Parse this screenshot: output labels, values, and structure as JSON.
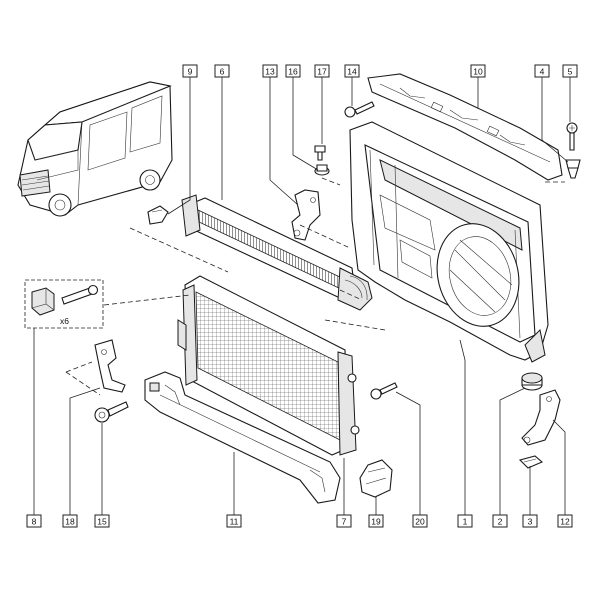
{
  "callouts": [
    {
      "id": "c1",
      "text": "1"
    },
    {
      "id": "c2",
      "text": "2"
    },
    {
      "id": "c3",
      "text": "3"
    },
    {
      "id": "c4",
      "text": "4"
    },
    {
      "id": "c5",
      "text": "5"
    },
    {
      "id": "c6",
      "text": "6"
    },
    {
      "id": "c7",
      "text": "7"
    },
    {
      "id": "c8",
      "text": "8"
    },
    {
      "id": "c9",
      "text": "9"
    },
    {
      "id": "c10",
      "text": "10"
    },
    {
      "id": "c11",
      "text": "11"
    },
    {
      "id": "c12",
      "text": "12"
    },
    {
      "id": "c13",
      "text": "13"
    },
    {
      "id": "c14",
      "text": "14"
    },
    {
      "id": "c15",
      "text": "15"
    },
    {
      "id": "c16",
      "text": "16"
    },
    {
      "id": "c17",
      "text": "17"
    },
    {
      "id": "c18",
      "text": "18"
    },
    {
      "id": "c19",
      "text": "19"
    },
    {
      "id": "c20",
      "text": "20"
    }
  ],
  "inset": {
    "multiplier": "x6"
  }
}
